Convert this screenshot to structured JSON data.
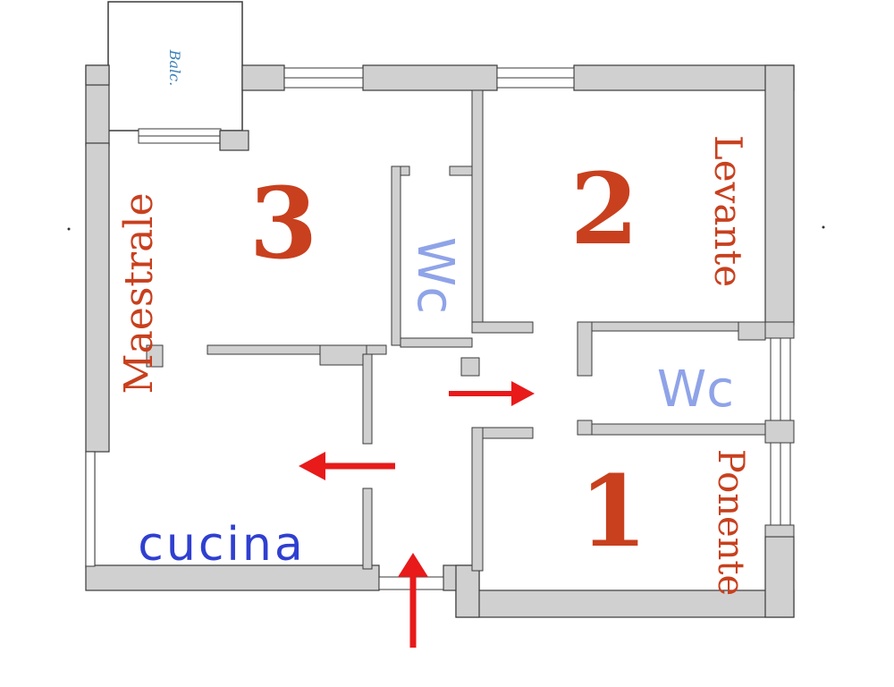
{
  "colors": {
    "wall": "#d0d0d0",
    "wall_outline": "#3a3a3a",
    "room_label": "#c8401e",
    "wc_label": "#8fa3e8",
    "kitchen_label": "#2f3fd0",
    "balcony_label": "#3a7fb8",
    "arrow": "#e81a1a"
  },
  "rooms": {
    "room1": {
      "number": "1",
      "name": "Ponente"
    },
    "room2": {
      "number": "2",
      "name": "Levante"
    },
    "room3": {
      "number": "3",
      "name": "Maestrale"
    }
  },
  "bathrooms": {
    "wc_center": "Wc",
    "wc_right": "Wc"
  },
  "kitchen": {
    "label": "cucina"
  },
  "balcony": {
    "label": "Balc."
  },
  "arrows": {
    "entrance": {
      "direction": "up",
      "icon": "entrance-arrow-icon"
    },
    "to_kitchen": {
      "direction": "left",
      "icon": "arrow-left-icon"
    },
    "to_bedrooms": {
      "direction": "right",
      "icon": "arrow-right-icon"
    }
  }
}
